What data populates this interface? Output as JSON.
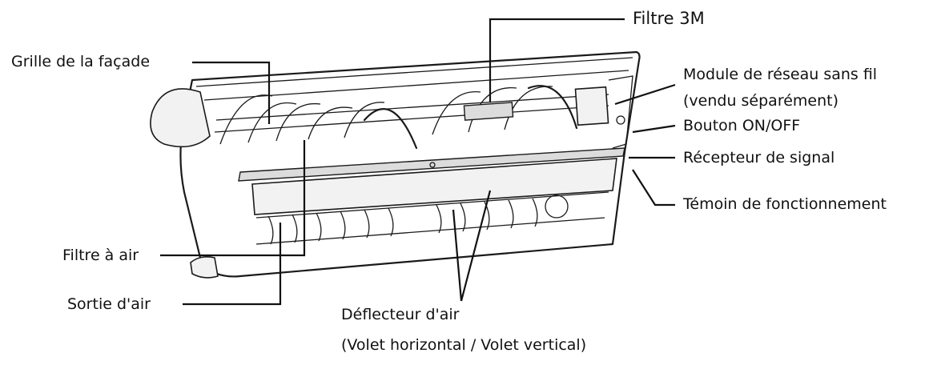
{
  "labels": {
    "filter_3m": "Filtre 3M",
    "front_grille": "Grille de la façade",
    "wifi_module_line1": "Module de réseau sans fil",
    "wifi_module_line2": "(vendu séparément)",
    "on_off_button": "Bouton ON/OFF",
    "signal_receiver": "Récepteur de signal",
    "operation_indicator": "Témoin de fonctionnement",
    "air_filter": "Filtre à air",
    "air_outlet": "Sortie d'air",
    "air_deflector_line1": "Déflecteur d'air",
    "air_deflector_line2": "(Volet horizontal / Volet vertical)"
  }
}
